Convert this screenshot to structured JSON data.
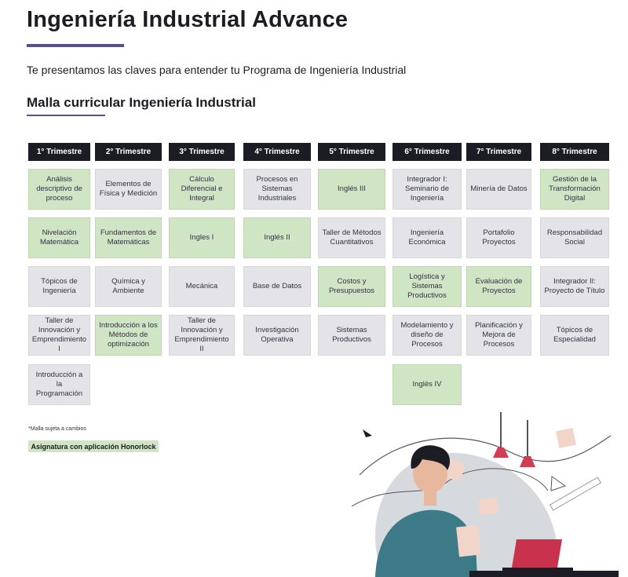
{
  "page": {
    "title": "Ingeniería Industrial Advance",
    "intro": "Te presentamos las claves para entender tu Programa de Ingeniería Industrial",
    "subtitle": "Malla curricular Ingeniería Industrial",
    "footnote": "*Malla sujeta a cambios",
    "legend_label": "Asignatura con aplicación Honorlock"
  },
  "colors": {
    "dark": "#1c1c24",
    "accent": "#5a4f8c",
    "gray_cell": "#e4e4e8",
    "green_cell": "#cfe5c3",
    "illustration_red": "#d23c55"
  },
  "curriculum": {
    "terms": [
      {
        "label": "1° Trimestre",
        "courses": [
          {
            "name": "Análisis descriptivo de proceso",
            "honorlock": true
          },
          {
            "name": "Nivelación Matemática",
            "honorlock": true
          },
          {
            "name": "Tópicos de Ingeniería",
            "honorlock": false
          },
          {
            "name": "Taller de Innovación y Emprendimiento I",
            "honorlock": false
          },
          {
            "name": "Introducción a la Programación",
            "honorlock": false
          }
        ]
      },
      {
        "label": "2° Trimestre",
        "courses": [
          {
            "name": "Elementos de Física y Medición",
            "honorlock": false
          },
          {
            "name": "Fundamentos de Matemáticas",
            "honorlock": true
          },
          {
            "name": "Química y Ambiente",
            "honorlock": false
          },
          {
            "name": "Introducción a los Métodos de optimización",
            "honorlock": true
          }
        ]
      },
      {
        "label": "3° Trimestre",
        "courses": [
          {
            "name": "Cálculo Diferencial e Integral",
            "honorlock": true
          },
          {
            "name": "Ingles I",
            "honorlock": true
          },
          {
            "name": "Mecánica",
            "honorlock": false
          },
          {
            "name": "Taller de Innovación y Emprendimiento II",
            "honorlock": false
          }
        ]
      },
      {
        "label": "4° Trimestre",
        "courses": [
          {
            "name": "Procesos en Sistemas Industriales",
            "honorlock": false
          },
          {
            "name": "Inglés II",
            "honorlock": true
          },
          {
            "name": "Base de Datos",
            "honorlock": false
          },
          {
            "name": "Investigación Operativa",
            "honorlock": false
          }
        ]
      },
      {
        "label": "5° Trimestre",
        "courses": [
          {
            "name": "Inglés III",
            "honorlock": true
          },
          {
            "name": "Taller de Métodos Cuantitativos",
            "honorlock": false
          },
          {
            "name": "Costos y Presupuestos",
            "honorlock": true
          },
          {
            "name": "Sistemas Productivos",
            "honorlock": false
          }
        ]
      },
      {
        "label": "6° Trimestre",
        "courses": [
          {
            "name": "Integrador I: Seminario de Ingeniería",
            "honorlock": false
          },
          {
            "name": "Ingeniería Económica",
            "honorlock": false
          },
          {
            "name": "Logística y Sistemas Productivos",
            "honorlock": true
          },
          {
            "name": "Modelamiento y diseño de Procesos",
            "honorlock": false
          },
          {
            "name": "Inglés IV",
            "honorlock": true
          }
        ]
      },
      {
        "label": "7° Trimestre",
        "courses": [
          {
            "name": "Minería de Datos",
            "honorlock": false
          },
          {
            "name": "Portafolio Proyectos",
            "honorlock": false
          },
          {
            "name": "Evaluación de Proyectos",
            "honorlock": true
          },
          {
            "name": "Planificación y Mejora de Procesos",
            "honorlock": false
          }
        ]
      },
      {
        "label": "8° Trimestre",
        "courses": [
          {
            "name": "Gestión de la Transformación Digital",
            "honorlock": true
          },
          {
            "name": "Responsabilidad Social",
            "honorlock": false
          },
          {
            "name": "Integrador II: Proyecto de Título",
            "honorlock": false
          },
          {
            "name": "Tópicos de Especialidad",
            "honorlock": false
          }
        ]
      }
    ]
  },
  "illustration": {
    "icon": "student-studying-illustration"
  }
}
